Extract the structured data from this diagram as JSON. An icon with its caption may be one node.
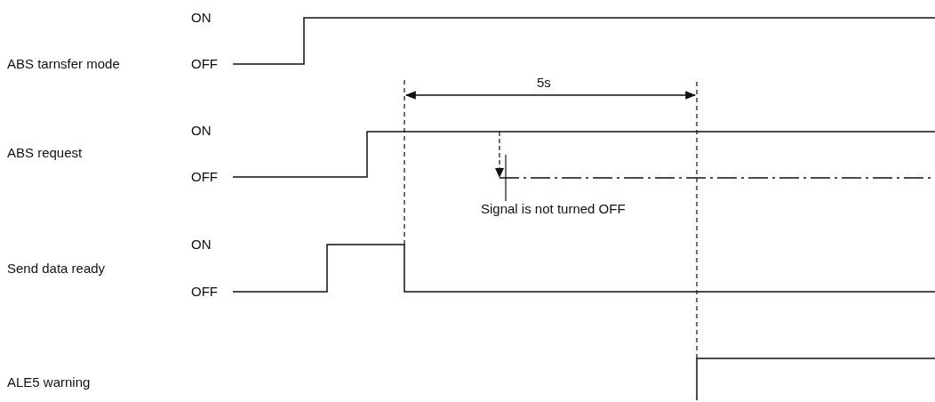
{
  "diagram": {
    "nodes": [
      {
        "text": [
          "Signal is not turned OFF"
        ]
      },
      {
        "text": [],
        "shape": "arrow"
      }
    ],
    "edges": [
      {
        "from": 0,
        "to": 1,
        "arrow": "none"
      }
    ],
    "labels": [
      "ON",
      "ABS tarnsfer mode",
      "OFF",
      "5s",
      "ON",
      "ABS request",
      "OFF",
      "ON",
      "Send data ready",
      "OFF",
      "ALE5 warning"
    ]
  }
}
